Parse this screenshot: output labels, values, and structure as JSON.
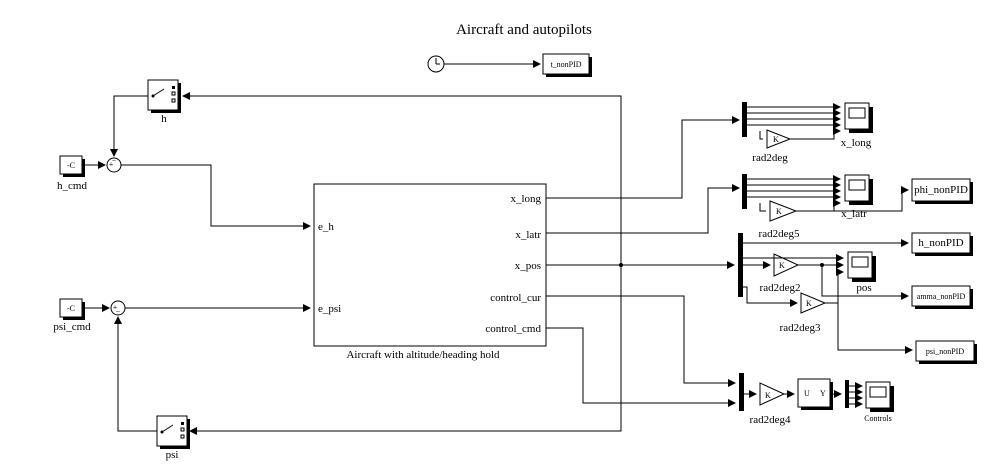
{
  "title": "Aircraft and autopilots",
  "subsystem": {
    "caption": "Aircraft with altitude/heading hold",
    "inputs": [
      "e_h",
      "e_psi"
    ],
    "outputs": [
      "x_long",
      "x_latr",
      "x_pos",
      "control_cur",
      "control_cmd"
    ]
  },
  "blocks": {
    "h_cmd": {
      "label": "h_cmd",
      "value": "-C"
    },
    "psi_cmd": {
      "label": "psi_cmd",
      "value": "-C"
    },
    "h_switch": {
      "label": "h"
    },
    "psi_switch": {
      "label": "psi"
    },
    "clock_out": {
      "label": "t_nonPID"
    },
    "gain": "K",
    "rad2deg": "rad2deg",
    "rad2deg5": "rad2deg5",
    "rad2deg2": "rad2deg2",
    "rad2deg3": "rad2deg3",
    "rad2deg4": "rad2deg4",
    "scope_long": "x_long",
    "scope_latr": "x_latr",
    "scope_pos": "pos",
    "scope_controls": "Controls",
    "phi_out": "phi_nonPID",
    "h_out": "h_nonPID",
    "gamma_out": "amma_nonPID",
    "psi_out": "psi_nonPID",
    "sat_in": "U",
    "sat_out": "Y",
    "sum_plus": "+",
    "sum_minus": "−"
  }
}
